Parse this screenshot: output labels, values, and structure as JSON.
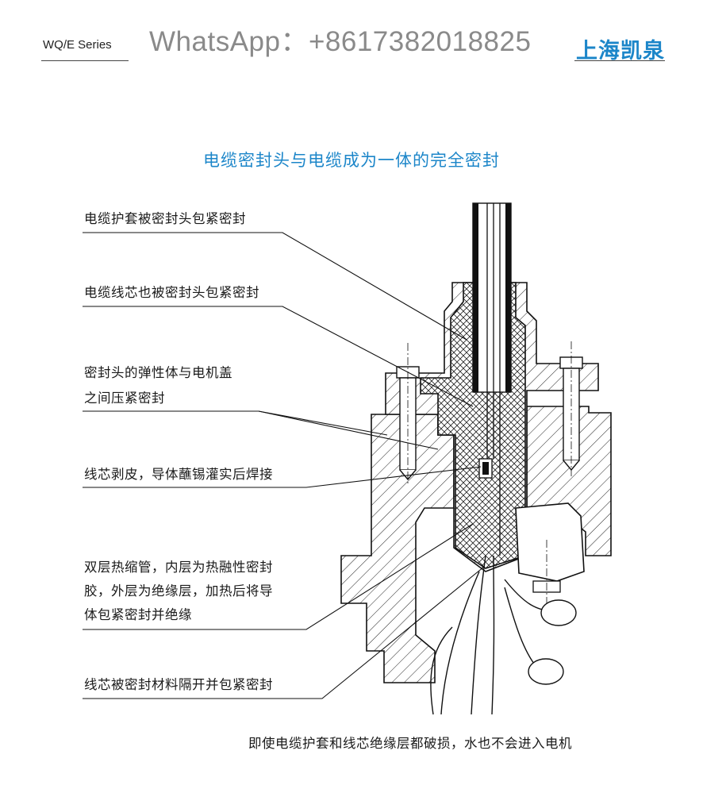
{
  "header": {
    "series": "WQ/E Series",
    "whatsapp": "WhatsApp：+8617382018825",
    "brand": "上海凯泉"
  },
  "diagram": {
    "title": "电缆密封头与电缆成为一体的完全密封",
    "labels": [
      {
        "id": "jacket",
        "text": "电缆护套被密封头包紧密封"
      },
      {
        "id": "core",
        "text": "电缆线芯也被密封头包紧密封"
      },
      {
        "id": "elastomer_1",
        "text": "密封头的弹性体与电机盖"
      },
      {
        "id": "elastomer_2",
        "text": "之间压紧密封"
      },
      {
        "id": "solder",
        "text": "线芯剥皮，导体蘸锡灌实后焊接"
      },
      {
        "id": "tube_1",
        "text": "双层热缩管，内层为热融性密封"
      },
      {
        "id": "tube_2",
        "text": "胶，外层为绝缘层，加热后将导"
      },
      {
        "id": "tube_3",
        "text": "体包紧密封并绝缘"
      },
      {
        "id": "isolate",
        "text": "线芯被密封材料隔开并包紧密封"
      }
    ],
    "footnote": "即使电缆护套和线芯绝缘层都破损，水也不会进入电机"
  },
  "colors": {
    "brand_blue": "#1c86c9",
    "whatsapp_gray": "#8a8a8a",
    "line": "#1a1a1a"
  }
}
